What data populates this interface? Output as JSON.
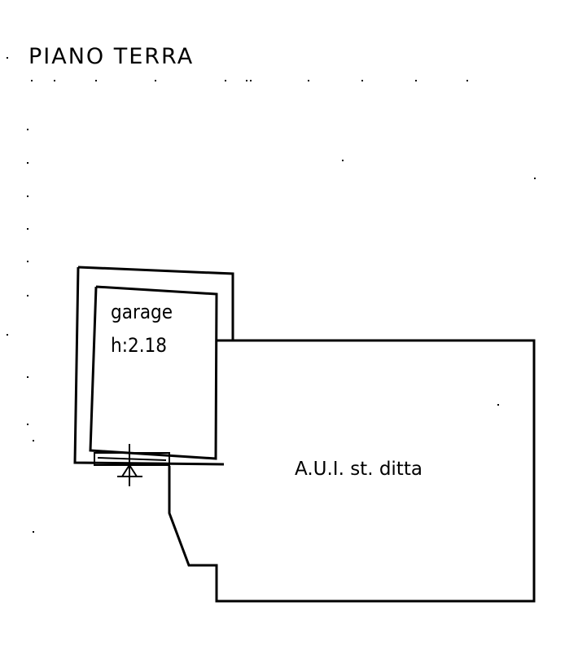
{
  "floor_title": "PIANO TERRA",
  "garage": {
    "name": "garage",
    "height_label": "h:2.18"
  },
  "adjacent_unit": {
    "label": "A.U.I. st. ditta"
  }
}
